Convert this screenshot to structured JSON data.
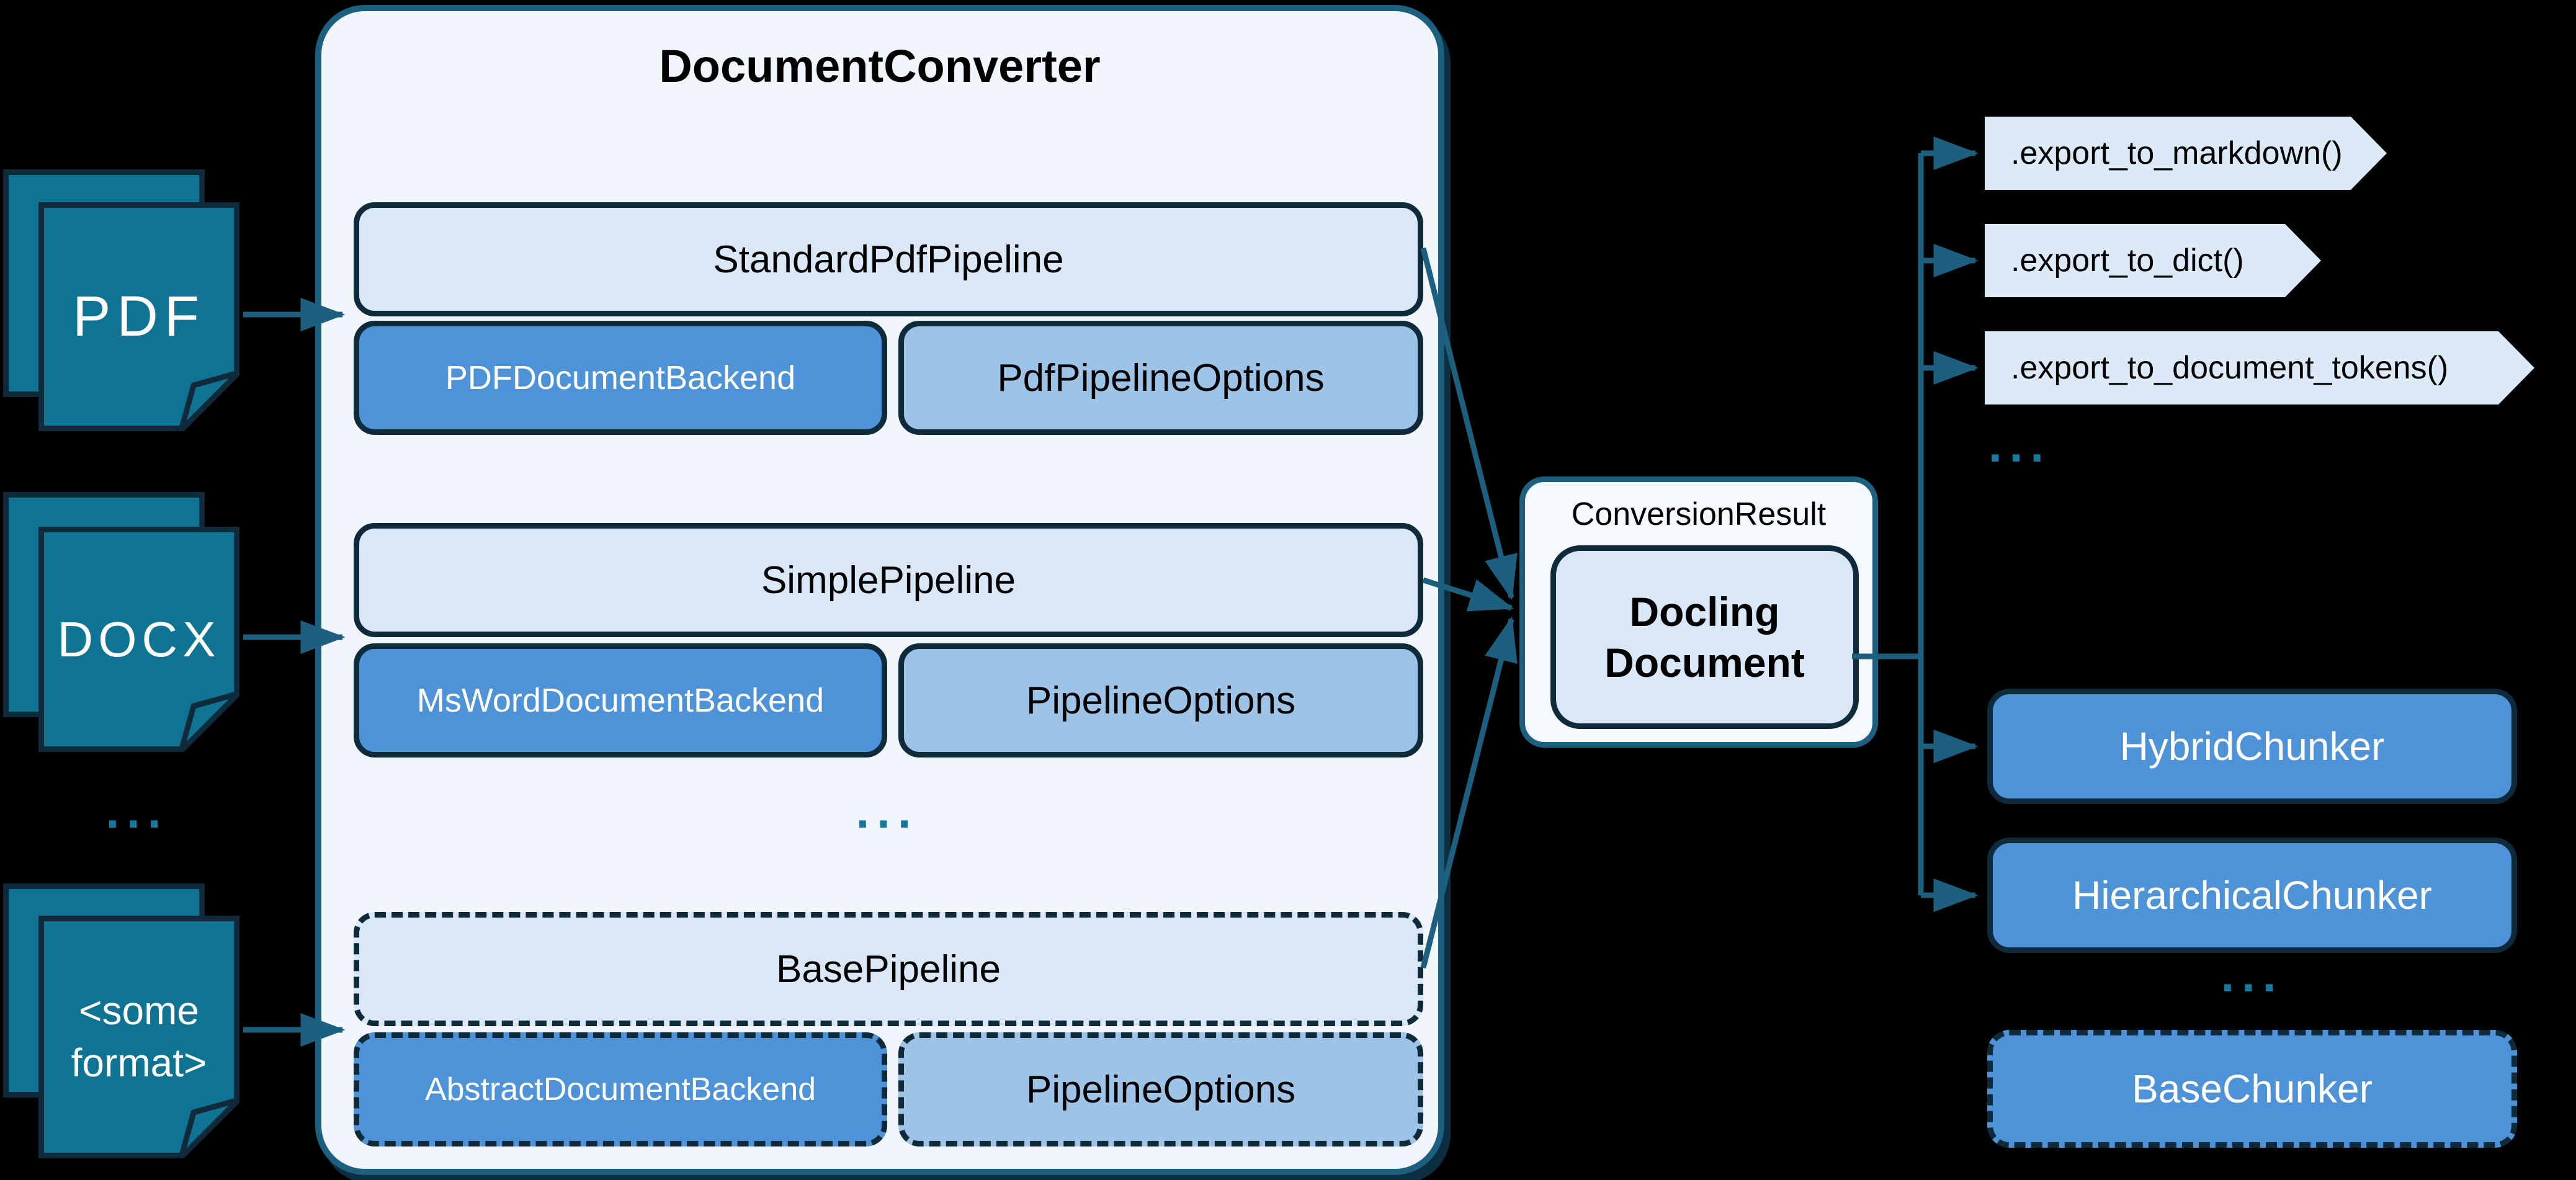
{
  "colors": {
    "background": "#000000",
    "accent_teal": "#1c5f7e",
    "navy_border": "#0e2a3b",
    "container_fill": "#f1f6fc",
    "pipeline_fill": "#d9e7f6",
    "backend_fill": "#4e93d7",
    "options_fill": "#9dc3e6",
    "doc_icon_fill": "#0f7494",
    "chunker_fill": "#4e93d7",
    "result_fill": "#f5f9fd",
    "banner_fill": "#dce9f7",
    "ellipsis_color": "#1878a0"
  },
  "converter": {
    "title": "DocumentConverter",
    "pipelines": [
      {
        "name": "StandardPdfPipeline",
        "backend": "PDFDocumentBackend",
        "options": "PdfPipelineOptions"
      },
      {
        "name": "SimplePipeline",
        "backend": "MsWordDocumentBackend",
        "options": "PipelineOptions"
      },
      {
        "name": "BasePipeline",
        "backend": "AbstractDocumentBackend",
        "options": "PipelineOptions"
      }
    ],
    "ellipsis": "..."
  },
  "inputs": {
    "items": [
      {
        "label": "PDF"
      },
      {
        "label": "DOCX"
      },
      {
        "label": "<some\nformat>"
      }
    ],
    "ellipsis": "..."
  },
  "result": {
    "label": "ConversionResult",
    "document": "Docling\nDocument"
  },
  "exports": {
    "items": [
      ".export_to_markdown()",
      ".export_to_dict()",
      ".export_to_document_tokens()"
    ],
    "ellipsis": "..."
  },
  "chunkers": {
    "items": [
      "HybridChunker",
      "HierarchicalChunker"
    ],
    "ellipsis": "...",
    "base": "BaseChunker"
  }
}
